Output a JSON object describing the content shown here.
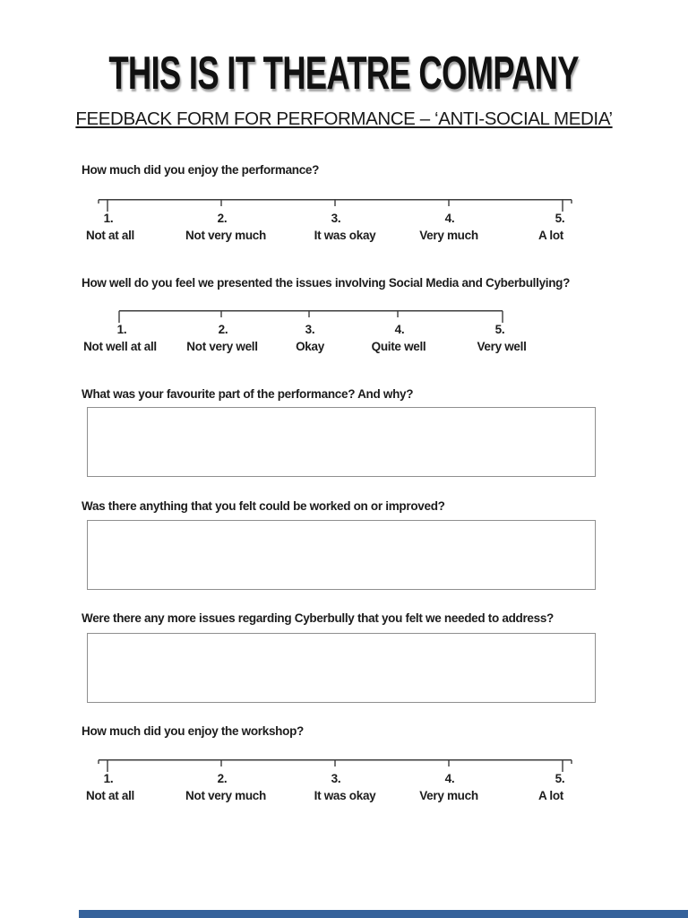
{
  "header": {
    "title": "THIS IS IT THEATRE COMPANY",
    "subtitle": "FEEDBACK FORM FOR PERFORMANCE – ‘ANTI-SOCIAL MEDIA’"
  },
  "questions": [
    {
      "text": "How much did you enjoy the performance?",
      "type": "scale",
      "points": [
        {
          "num": "1.",
          "label": "Not at all"
        },
        {
          "num": "2.",
          "label": "Not very much"
        },
        {
          "num": "3.",
          "label": "It was okay"
        },
        {
          "num": "4.",
          "label": "Very much"
        },
        {
          "num": "5.",
          "label": "A lot"
        }
      ]
    },
    {
      "text": "How well do you feel we presented the issues involving Social Media and Cyberbullying?",
      "type": "scale",
      "points": [
        {
          "num": "1.",
          "label": "Not well at all"
        },
        {
          "num": "2.",
          "label": "Not very well"
        },
        {
          "num": "3.",
          "label": "Okay"
        },
        {
          "num": "4.",
          "label": "Quite well"
        },
        {
          "num": "5.",
          "label": "Very well"
        }
      ]
    },
    {
      "text": "What was your favourite part of the performance? And why?",
      "type": "textbox",
      "value": ""
    },
    {
      "text": "Was there anything that you felt could be worked on or improved?",
      "type": "textbox",
      "value": ""
    },
    {
      "text": "Were there any more issues regarding Cyberbully that you felt we needed to address?",
      "type": "textbox",
      "value": ""
    },
    {
      "text": "How much did you enjoy the workshop?",
      "type": "scale",
      "points": [
        {
          "num": "1.",
          "label": "Not at all"
        },
        {
          "num": "2.",
          "label": "Not very much"
        },
        {
          "num": "3.",
          "label": "It was okay"
        },
        {
          "num": "4.",
          "label": "Very much"
        },
        {
          "num": "5.",
          "label": "A lot"
        }
      ]
    }
  ],
  "colors": {
    "text": "#1c1c1c",
    "box_border": "#8f8f8f",
    "bottom_bar": "#35629b"
  }
}
